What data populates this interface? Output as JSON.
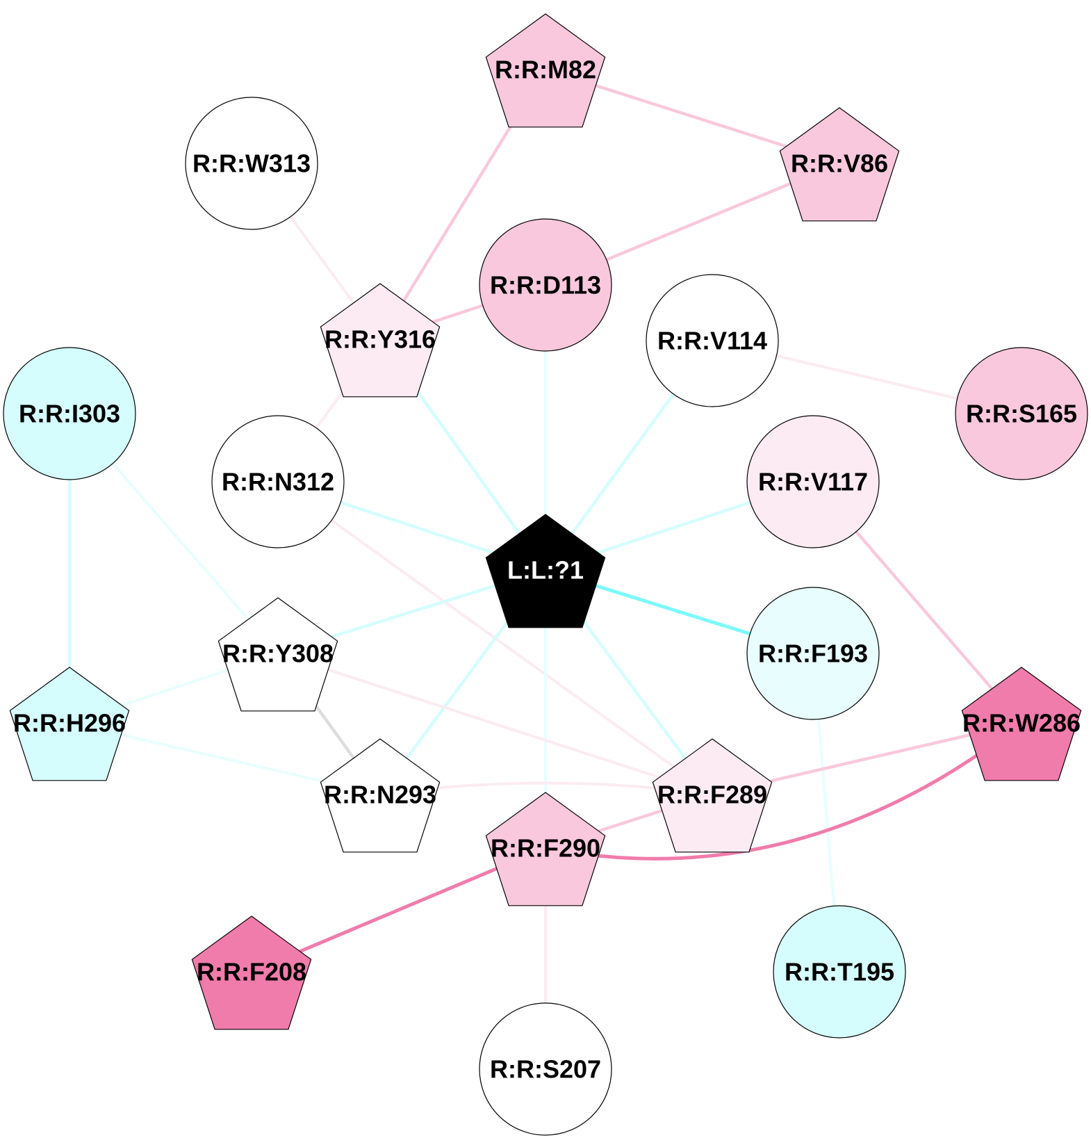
{
  "nodes": [
    {
      "id": "M82",
      "label": "R:R:M82",
      "shape": "pentagon",
      "fill": "#f9c8dd"
    },
    {
      "id": "W313",
      "label": "R:R:W313",
      "shape": "circle",
      "fill": "#ffffff"
    },
    {
      "id": "V86",
      "label": "R:R:V86",
      "shape": "pentagon",
      "fill": "#f9c8dd"
    },
    {
      "id": "D113",
      "label": "R:R:D113",
      "shape": "circle",
      "fill": "#f9c8dd"
    },
    {
      "id": "Y316",
      "label": "R:R:Y316",
      "shape": "pentagon",
      "fill": "#fcebf2"
    },
    {
      "id": "V114",
      "label": "R:R:V114",
      "shape": "circle",
      "fill": "#ffffff"
    },
    {
      "id": "I303",
      "label": "R:R:I303",
      "shape": "circle",
      "fill": "#d5fdfd"
    },
    {
      "id": "S165",
      "label": "R:R:S165",
      "shape": "circle",
      "fill": "#f9c8dd"
    },
    {
      "id": "N312",
      "label": "R:R:N312",
      "shape": "circle",
      "fill": "#ffffff"
    },
    {
      "id": "V117",
      "label": "R:R:V117",
      "shape": "circle",
      "fill": "#fcebf2"
    },
    {
      "id": "L1",
      "label": "L:L:?1",
      "shape": "pentagon",
      "fill": "#000000",
      "text": "#ffffff"
    },
    {
      "id": "Y308",
      "label": "R:R:Y308",
      "shape": "pentagon",
      "fill": "#ffffff"
    },
    {
      "id": "F193",
      "label": "R:R:F193",
      "shape": "circle",
      "fill": "#e8fefe"
    },
    {
      "id": "H296",
      "label": "R:R:H296",
      "shape": "pentagon",
      "fill": "#d5fdfd"
    },
    {
      "id": "W286",
      "label": "R:R:W286",
      "shape": "pentagon",
      "fill": "#f07cac"
    },
    {
      "id": "N293",
      "label": "R:R:N293",
      "shape": "pentagon",
      "fill": "#ffffff"
    },
    {
      "id": "F289",
      "label": "R:R:F289",
      "shape": "pentagon",
      "fill": "#fcebf2"
    },
    {
      "id": "F290",
      "label": "R:R:F290",
      "shape": "pentagon",
      "fill": "#f9c8dd"
    },
    {
      "id": "F208",
      "label": "R:R:F208",
      "shape": "pentagon",
      "fill": "#f07cac"
    },
    {
      "id": "T195",
      "label": "R:R:T195",
      "shape": "circle",
      "fill": "#d5fdfd"
    },
    {
      "id": "S207",
      "label": "R:R:S207",
      "shape": "circle",
      "fill": "#ffffff"
    }
  ],
  "edges": [
    {
      "source": "M82",
      "target": "V86",
      "color": "#f9c8dd"
    },
    {
      "source": "M82",
      "target": "Y316",
      "color": "#f9c8dd"
    },
    {
      "source": "V86",
      "target": "D113",
      "color": "#f9c8dd"
    },
    {
      "source": "W313",
      "target": "Y316",
      "color": "#fcebf2"
    },
    {
      "source": "D113",
      "target": "Y316",
      "color": "#f9c8dd"
    },
    {
      "source": "D113",
      "target": "L1",
      "color": "#e8fefe"
    },
    {
      "source": "Y316",
      "target": "L1",
      "color": "#d5fdfd"
    },
    {
      "source": "Y316",
      "target": "N312",
      "color": "#fcebf2"
    },
    {
      "source": "V114",
      "target": "L1",
      "color": "#d5fdfd"
    },
    {
      "source": "V114",
      "target": "S165",
      "color": "#fcebf2"
    },
    {
      "source": "I303",
      "target": "H296",
      "color": "#d5fdfd"
    },
    {
      "source": "I303",
      "target": "Y308",
      "color": "#e8fefe"
    },
    {
      "source": "N312",
      "target": "L1",
      "color": "#d5fdfd"
    },
    {
      "source": "N312",
      "target": "F289",
      "color": "#fcebf2"
    },
    {
      "source": "V117",
      "target": "L1",
      "color": "#d5fdfd"
    },
    {
      "source": "V117",
      "target": "W286",
      "color": "#f9c8dd"
    },
    {
      "source": "L1",
      "target": "F193",
      "color": "#7df9fa"
    },
    {
      "source": "L1",
      "target": "Y308",
      "color": "#d5fdfd"
    },
    {
      "source": "L1",
      "target": "N293",
      "color": "#d5fdfd"
    },
    {
      "source": "L1",
      "target": "F289",
      "color": "#d5fdfd"
    },
    {
      "source": "L1",
      "target": "F290",
      "color": "#e8fefe"
    },
    {
      "source": "Y308",
      "target": "H296",
      "color": "#e8fefe"
    },
    {
      "source": "Y308",
      "target": "N293",
      "color": "#dddddd"
    },
    {
      "source": "Y308",
      "target": "F289",
      "color": "#fcebf2"
    },
    {
      "source": "H296",
      "target": "N293",
      "color": "#e8fefe"
    },
    {
      "source": "N293",
      "target": "F289",
      "color": "#fcebf2",
      "curved": true
    },
    {
      "source": "F193",
      "target": "T195",
      "color": "#e8fefe"
    },
    {
      "source": "F289",
      "target": "W286",
      "color": "#f9c8dd"
    },
    {
      "source": "F289",
      "target": "F290",
      "color": "#f9c8dd"
    },
    {
      "source": "W286",
      "target": "F290",
      "color": "#f07cac",
      "curved": true
    },
    {
      "source": "F290",
      "target": "F208",
      "color": "#f07cac"
    },
    {
      "source": "F290",
      "target": "S207",
      "color": "#fcebf2"
    }
  ]
}
